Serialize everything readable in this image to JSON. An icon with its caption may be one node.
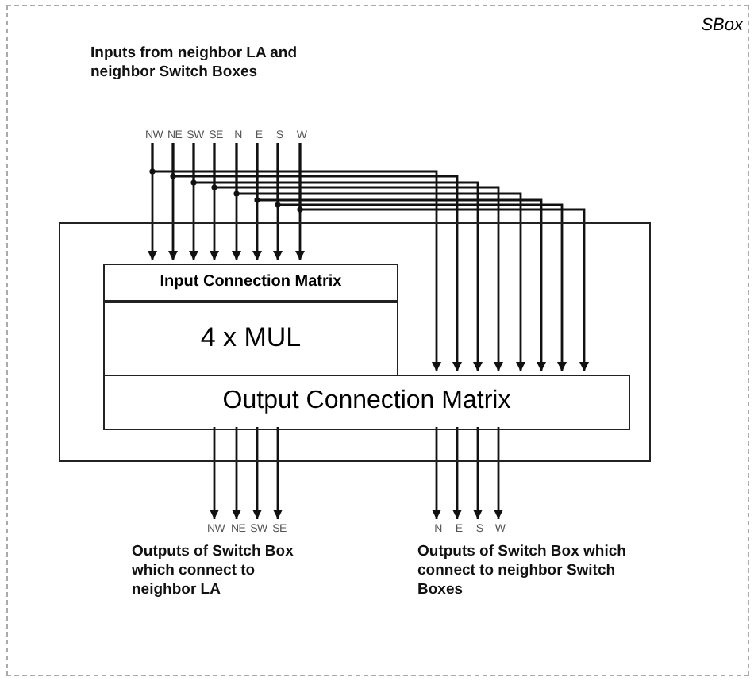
{
  "diagram": {
    "nodes": [
      {
        "text": [
          "SBox"
        ]
      },
      {
        "text": [],
        "shape": "box",
        "in": 0
      },
      {
        "text": [
          "Input Connection Matrix"
        ],
        "in": 1
      },
      {
        "text": [
          "4 x MUL"
        ],
        "in": 1
      },
      {
        "text": [
          "Output Connection Matrix"
        ],
        "in": 1
      },
      {
        "text": [
          "NW"
        ],
        "in": 0
      },
      {
        "text": [
          "NE"
        ],
        "in": 0
      },
      {
        "text": [
          "SW"
        ],
        "in": 0
      },
      {
        "text": [
          "SE"
        ],
        "in": 0
      },
      {
        "text": [
          "N"
        ],
        "in": 0
      },
      {
        "text": [
          "E"
        ],
        "in": 0
      },
      {
        "text": [
          "S"
        ],
        "in": 0
      },
      {
        "text": [
          "W"
        ],
        "in": 0
      },
      {
        "text": [
          "NW"
        ],
        "in": 0
      },
      {
        "text": [
          "NE"
        ],
        "in": 0
      },
      {
        "text": [
          "SW"
        ],
        "in": 0
      },
      {
        "text": [
          "SE"
        ],
        "in": 0
      },
      {
        "text": [
          "N"
        ],
        "in": 0
      },
      {
        "text": [
          "E"
        ],
        "in": 0
      },
      {
        "text": [
          "S"
        ],
        "in": 0
      },
      {
        "text": [
          "W"
        ],
        "in": 0
      }
    ],
    "edges": [
      {
        "from": 5,
        "to": 2,
        "arrow": "to"
      },
      {
        "from": 6,
        "to": 2,
        "arrow": "to"
      },
      {
        "from": 7,
        "to": 2,
        "arrow": "to"
      },
      {
        "from": 8,
        "to": 2,
        "arrow": "to"
      },
      {
        "from": 9,
        "to": 2,
        "arrow": "to"
      },
      {
        "from": 10,
        "to": 2,
        "arrow": "to"
      },
      {
        "from": 11,
        "to": 2,
        "arrow": "to"
      },
      {
        "from": 12,
        "to": 2,
        "arrow": "to"
      },
      {
        "from": 5,
        "to": 4,
        "arrow": "to"
      },
      {
        "from": 6,
        "to": 4,
        "arrow": "to"
      },
      {
        "from": 7,
        "to": 4,
        "arrow": "to"
      },
      {
        "from": 8,
        "to": 4,
        "arrow": "to"
      },
      {
        "from": 9,
        "to": 4,
        "arrow": "to"
      },
      {
        "from": 10,
        "to": 4,
        "arrow": "to"
      },
      {
        "from": 11,
        "to": 4,
        "arrow": "to"
      },
      {
        "from": 12,
        "to": 4,
        "arrow": "to"
      },
      {
        "from": 4,
        "to": 13,
        "arrow": "to"
      },
      {
        "from": 4,
        "to": 14,
        "arrow": "to"
      },
      {
        "from": 4,
        "to": 15,
        "arrow": "to"
      },
      {
        "from": 4,
        "to": 16,
        "arrow": "to"
      },
      {
        "from": 4,
        "to": 17,
        "arrow": "to"
      },
      {
        "from": 4,
        "to": 18,
        "arrow": "to"
      },
      {
        "from": 4,
        "to": 19,
        "arrow": "to"
      },
      {
        "from": 4,
        "to": 20,
        "arrow": "to"
      }
    ],
    "labels": [
      "Inputs from neighbor LA and neighbor Switch Boxes",
      "Outputs of Switch Box which connect to neighbor LA",
      "Outputs of Switch Box which connect to neighbor Switch Boxes"
    ]
  }
}
